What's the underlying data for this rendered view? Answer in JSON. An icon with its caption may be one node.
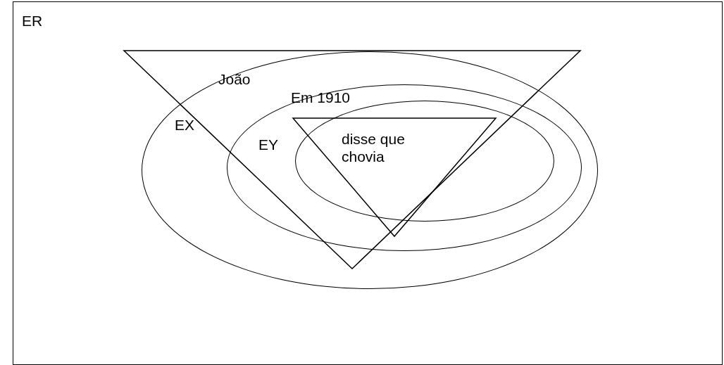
{
  "diagram": {
    "nodes": [
      {
        "text": [
          "ER"
        ]
      },
      {
        "text": [
          "João",
          "EX"
        ],
        "in": 0
      },
      {
        "text": [
          "Em 1910",
          "EY"
        ],
        "in": 1
      },
      {
        "text": [
          "disse que chovia"
        ],
        "in": 2
      }
    ]
  }
}
